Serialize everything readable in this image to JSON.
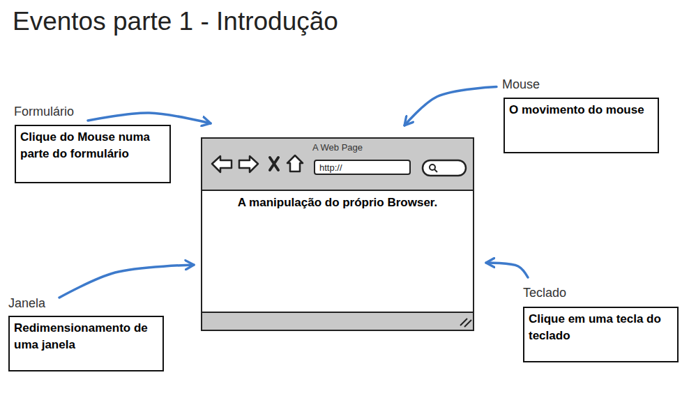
{
  "diagram": {
    "title": "Eventos parte 1 - Introdução",
    "nodes": [
      {
        "text": [
          "Formulário",
          "Clique do Mouse numa parte do formulário"
        ]
      },
      {
        "text": [
          "Mouse",
          "O movimento do mouse"
        ]
      },
      {
        "text": [
          "A Web Page",
          "A manipulação do próprio Browser."
        ]
      },
      {
        "text": [
          "http://"
        ],
        "in": 2
      },
      {
        "text": [
          "Janela",
          "Redimensionamento de uma janela"
        ]
      },
      {
        "text": [
          "Teclado",
          "Clique em uma tecla do teclado"
        ]
      }
    ],
    "edges": [
      {
        "from": 0,
        "to": 2,
        "arrow": "to"
      },
      {
        "from": 1,
        "to": 2,
        "arrow": "to"
      },
      {
        "from": 4,
        "to": 2,
        "arrow": "to"
      },
      {
        "from": 5,
        "to": 2,
        "arrow": "to"
      }
    ]
  }
}
